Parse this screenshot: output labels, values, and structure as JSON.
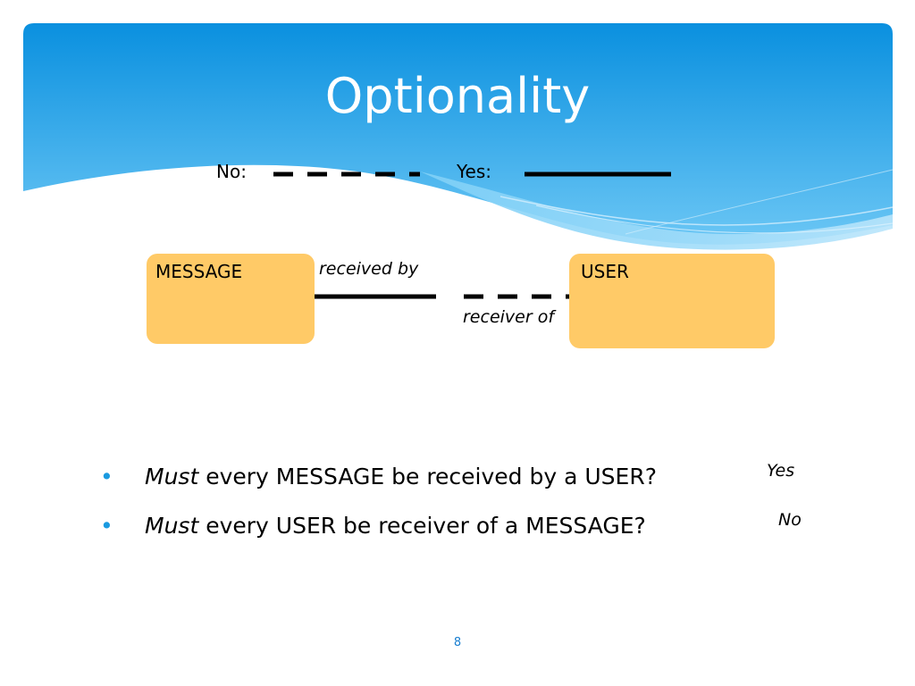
{
  "slide": {
    "title": "Optionality",
    "legend": {
      "no_label": "No:",
      "yes_label": "Yes:"
    },
    "diagram": {
      "entity_left": "MESSAGE",
      "entity_right": "USER",
      "relation_top": "received by",
      "relation_bottom": "receiver of"
    },
    "bullets": [
      {
        "emph": "Must",
        "text": " every MESSAGE be received by a USER?",
        "answer": "Yes"
      },
      {
        "emph": "Must",
        "text": " every USER be receiver of a MESSAGE?",
        "answer": "No"
      }
    ],
    "page_number": "8",
    "colors": {
      "entity_fill": "#ffca67",
      "header_blue": "#1a9ae0",
      "bullet_blue": "#1a9ae0"
    }
  }
}
